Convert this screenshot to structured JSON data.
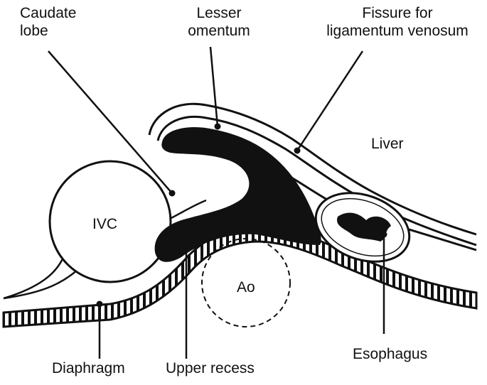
{
  "labels": {
    "caudate_lobe": "Caudate lobe",
    "lesser_omentum": "Lesser omentum",
    "fissure": "Fissure for ligamentum venosum",
    "liver": "Liver",
    "ivc": "IVC",
    "ao": "Ao",
    "diaphragm": "Diaphragm",
    "upper_recess": "Upper recess",
    "esophagus": "Esophagus"
  },
  "label_lines": {
    "caudate_lobe": [
      "Caudate",
      "lobe"
    ],
    "lesser_omentum": [
      "Lesser",
      "omentum"
    ],
    "fissure": [
      "Fissure for",
      "ligamentum venosum"
    ]
  },
  "colors": {
    "ink": "#111111",
    "background": "#ffffff"
  }
}
